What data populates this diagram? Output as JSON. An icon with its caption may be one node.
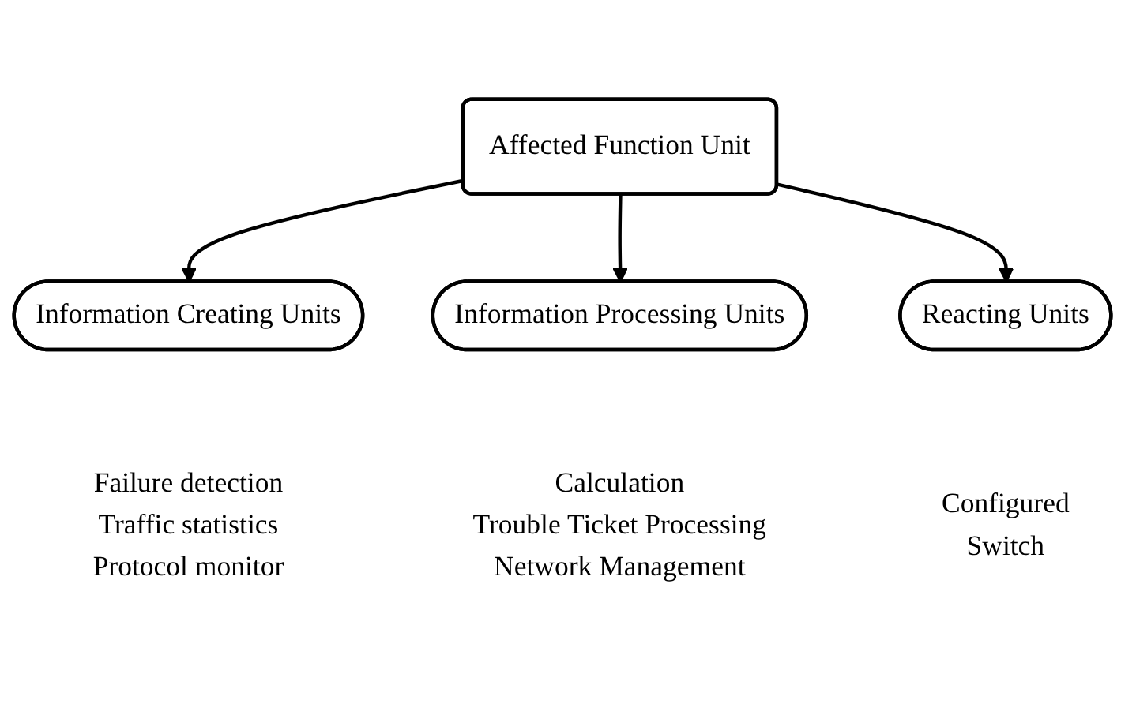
{
  "diagram": {
    "nodes": [
      {
        "text": [
          "Affected Function Unit"
        ]
      },
      {
        "text": [
          "Information Creating Units"
        ],
        "beside": [
          "Failure detection",
          "Traffic statistics",
          "Protocol monitor"
        ]
      },
      {
        "text": [
          "Information Processing Units"
        ],
        "beside": [
          "Calculation",
          "Trouble Ticket Processing",
          "Network Management"
        ]
      },
      {
        "text": [
          "Reacting Units"
        ],
        "beside": [
          "Configured",
          "Switch"
        ]
      }
    ],
    "edges": [
      {
        "from": 0,
        "to": 1,
        "arrow": "to"
      },
      {
        "from": 0,
        "to": 2,
        "arrow": "to"
      },
      {
        "from": 0,
        "to": 3,
        "arrow": "to"
      }
    ]
  }
}
